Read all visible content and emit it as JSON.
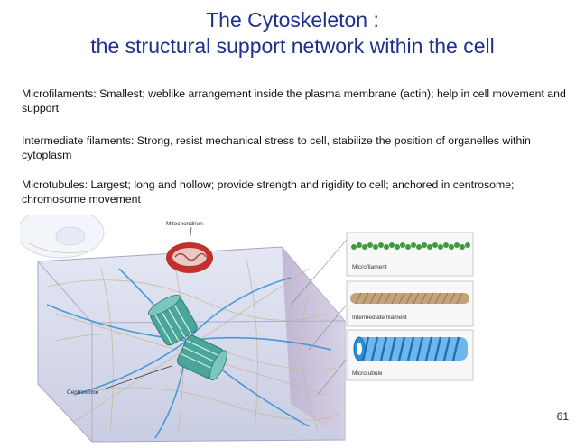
{
  "slide": {
    "title_line1": "The Cytoskeleton :",
    "title_line2": "the structural support network within the cell",
    "paragraphs": [
      "Microfilaments: Smallest; weblike arrangement inside the plasma membrane (actin); help in cell movement and support",
      "Intermediate filaments: Strong, resist mechanical stress to cell, stabilize the position of organelles within cytoplasm",
      "Microtubules: Largest; long and hollow; provide strength and rigidity to cell; anchored in centrosome; chromosome movement"
    ],
    "page_number": "61"
  },
  "figure": {
    "labels": {
      "mitochondrion": "Mitochondrion",
      "centrosome": "Centrosome",
      "microfilament": "Microfilament",
      "intermediate": "Intermediate filament",
      "microtubule": "Microtubule"
    },
    "colors": {
      "microfilament": "#3f9b3f",
      "intermediate": "#c4a27a",
      "microtubule": "#2f8fd6",
      "centrosome": "#4aa59b",
      "mitochondrion": "#c2302c",
      "title": "#1f2f8f"
    }
  }
}
